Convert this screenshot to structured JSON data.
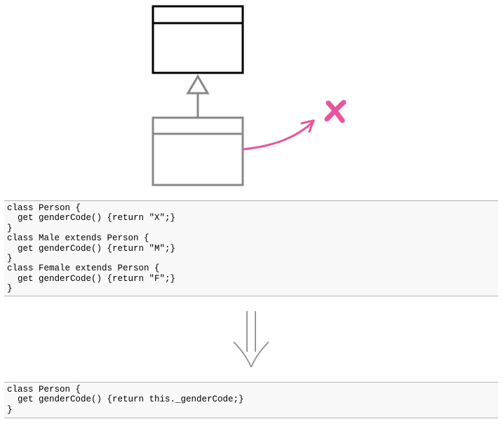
{
  "diagram": {
    "colors": {
      "superclass_stroke": "#000000",
      "subclass_stroke": "#888888",
      "arrow_stroke": "#e8559a",
      "delete_mark": "#e8559a",
      "refactor_arrow": "#999999",
      "code_background": "#f8f8f8",
      "code_border": "#b3b3b3"
    },
    "icons": {
      "delete_mark": "cross-icon",
      "refactor_arrow": "double-down-arrow-icon"
    }
  },
  "code_before": {
    "lines": [
      "class Person {",
      "  get genderCode() {return \"X\";}",
      "}",
      "class Male extends Person {",
      "  get genderCode() {return \"M\";}",
      "}",
      "class Female extends Person {",
      "  get genderCode() {return \"F\";}",
      "}"
    ]
  },
  "code_after": {
    "lines": [
      "class Person {",
      "  get genderCode() {return this._genderCode;}",
      "}"
    ]
  }
}
